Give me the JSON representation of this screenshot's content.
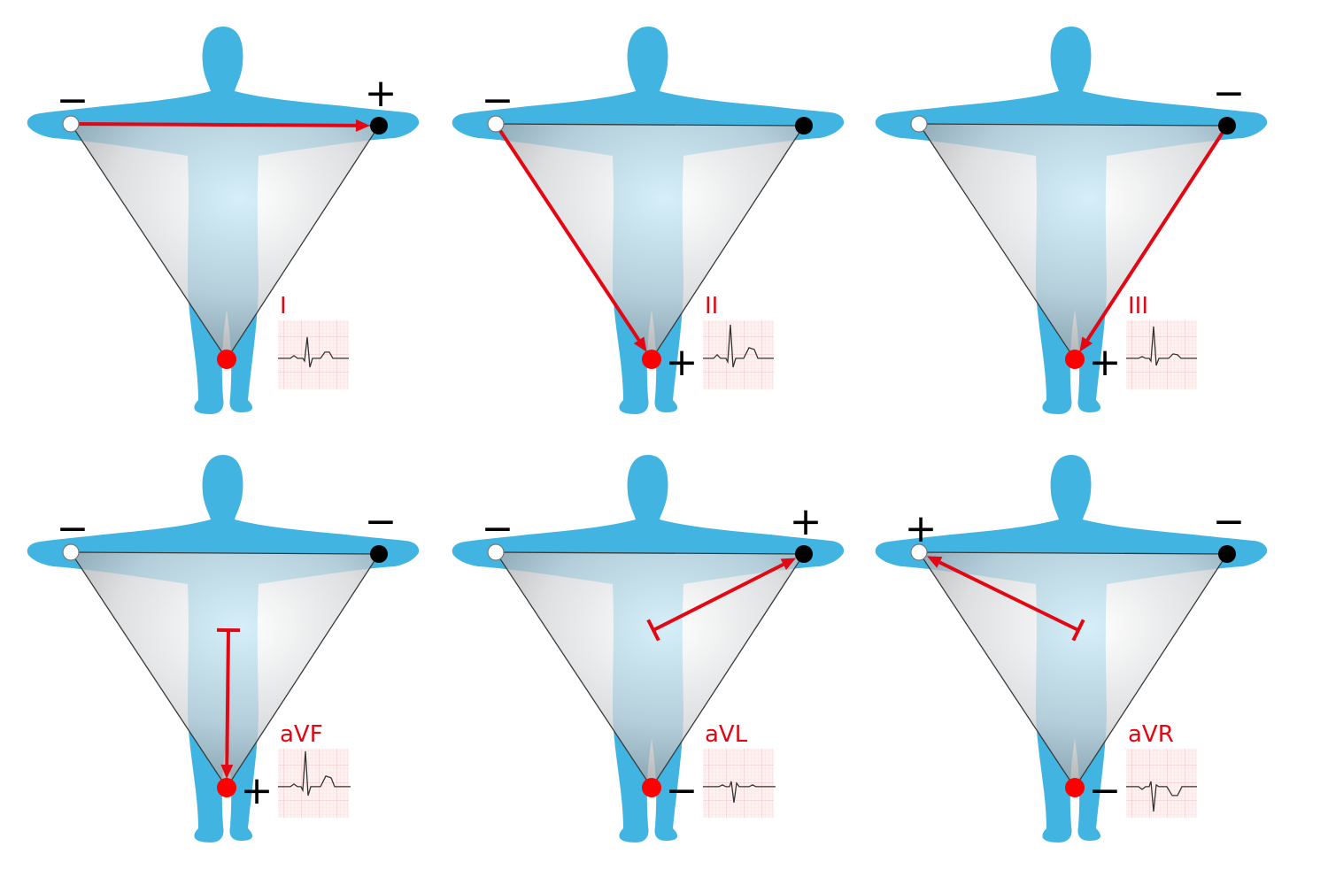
{
  "colors": {
    "body": "#41b4e2",
    "arrow": "#e30613",
    "label": "#e30613",
    "triangle_edge": "#3a3a3a",
    "ecg_grid": "#f3c7c7",
    "ecg_bg": "#fdf2f2",
    "ecg_trace": "#333333",
    "electrode_white": "#ffffff",
    "electrode_black": "#000000",
    "electrode_red": "#ff0000"
  },
  "leads": [
    {
      "label": "I",
      "arrow_from": "right_arm",
      "arrow_to": "left_arm",
      "arrow_kind": "full",
      "right_arm_sign": "−",
      "left_arm_sign": "+",
      "leg_sign": "",
      "ecg_shape": "lead_I"
    },
    {
      "label": "II",
      "arrow_from": "right_arm",
      "arrow_to": "leg",
      "arrow_kind": "full",
      "right_arm_sign": "−",
      "left_arm_sign": "",
      "leg_sign": "+",
      "ecg_shape": "lead_II"
    },
    {
      "label": "III",
      "arrow_from": "left_arm",
      "arrow_to": "leg",
      "arrow_kind": "full",
      "right_arm_sign": "",
      "left_arm_sign": "−",
      "leg_sign": "+",
      "ecg_shape": "lead_III"
    },
    {
      "label": "aVF",
      "arrow_from": "center_top",
      "arrow_to": "leg",
      "arrow_kind": "augmented",
      "right_arm_sign": "−",
      "left_arm_sign": "−",
      "leg_sign": "+",
      "ecg_shape": "lead_aVF"
    },
    {
      "label": "aVL",
      "arrow_from": "center_right",
      "arrow_to": "left_arm",
      "arrow_kind": "augmented",
      "right_arm_sign": "−",
      "left_arm_sign": "+",
      "leg_sign": "−",
      "ecg_shape": "lead_aVL"
    },
    {
      "label": "aVR",
      "arrow_from": "center_left",
      "arrow_to": "right_arm",
      "arrow_kind": "augmented",
      "right_arm_sign": "+",
      "left_arm_sign": "−",
      "leg_sign": "−",
      "ecg_shape": "lead_aVR"
    }
  ]
}
